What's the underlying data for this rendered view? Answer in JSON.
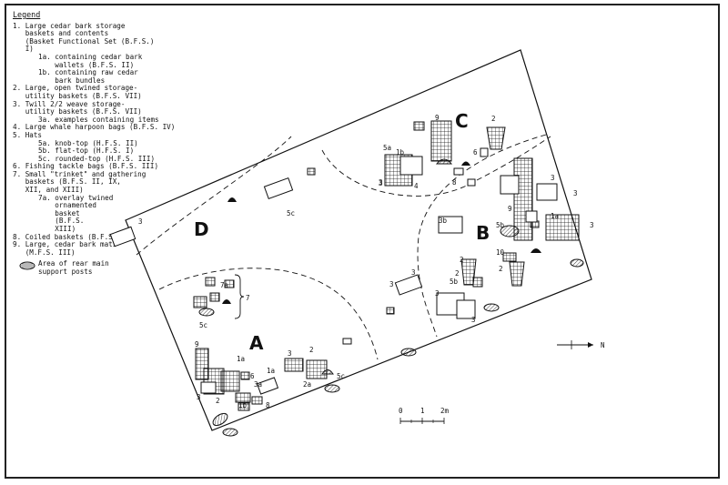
{
  "legend": {
    "title": "Legend",
    "items": [
      {
        "text": "1. Large cedar bark storage\n   baskets and contents\n   (Basket Functional Set (B.F.S.)\n   I)",
        "level": 0
      },
      {
        "text": "1a. containing cedar bark\n    wallets (B.F.S. II)",
        "level": 1
      },
      {
        "text": "1b. containing raw cedar\n    bark bundles",
        "level": 1
      },
      {
        "text": "2. Large, open twined storage-\n   utility baskets (B.F.S. VII)",
        "level": 0
      },
      {
        "text": "3. Twill 2/2 weave storage-\n   utility baskets (B.F.S. VII)",
        "level": 0
      },
      {
        "text": "3a. examples containing items",
        "level": 1
      },
      {
        "text": "4. Large whale harpoon bags (B.F.S. IV)",
        "level": 0
      },
      {
        "text": "5. Hats",
        "level": 0
      },
      {
        "text": "5a. knob-top (H.F.S. II)",
        "level": 1
      },
      {
        "text": "5b. flat-top (H.F.S. I)",
        "level": 1
      },
      {
        "text": "5c. rounded-top (H.F.S. III)",
        "level": 1
      },
      {
        "text": "6. Fishing tackle bags (B.F.S. III)",
        "level": 0
      },
      {
        "text": "7. Small \"trinket\" and gathering\n   baskets (B.F.S. II, IX,\n   XII, and XIII)",
        "level": 0
      },
      {
        "text": "7a. overlay twined\n    ornamented\n    basket\n    (B.F.S.\n    XIII)",
        "level": 1
      },
      {
        "text": "8. Coiled baskets (B.F.S. XI)",
        "level": 0
      },
      {
        "text": "9. Large, cedar bark mats\n   (M.F.S. III)",
        "level": 0
      }
    ],
    "post_label": "Area of rear main\nsupport posts"
  },
  "areas": [
    "A",
    "B",
    "C",
    "D"
  ],
  "labels": [
    {
      "t": "3"
    },
    {
      "t": "5c"
    },
    {
      "t": "7a"
    },
    {
      "t": "7"
    },
    {
      "t": "5c"
    },
    {
      "t": "9"
    },
    {
      "t": "1a"
    },
    {
      "t": "6"
    },
    {
      "t": "3"
    },
    {
      "t": "2"
    },
    {
      "t": "1b"
    },
    {
      "t": "8"
    },
    {
      "t": "3a"
    },
    {
      "t": "1a"
    },
    {
      "t": "3"
    },
    {
      "t": "2"
    },
    {
      "t": "2a"
    },
    {
      "t": "5c"
    },
    {
      "t": "3"
    },
    {
      "t": "3"
    },
    {
      "t": "9"
    },
    {
      "t": "5a"
    },
    {
      "t": "1b"
    },
    {
      "t": "3"
    },
    {
      "t": "4"
    },
    {
      "t": "2"
    },
    {
      "t": "6"
    },
    {
      "t": "8"
    },
    {
      "t": "3"
    },
    {
      "t": "9"
    },
    {
      "t": "3b"
    },
    {
      "t": "5b"
    },
    {
      "t": "1a"
    },
    {
      "t": "3"
    },
    {
      "t": "10"
    },
    {
      "t": "2"
    },
    {
      "t": "2"
    },
    {
      "t": "2"
    },
    {
      "t": "5b"
    },
    {
      "t": "3"
    },
    {
      "t": "3"
    },
    {
      "t": "3"
    },
    {
      "t": "3"
    }
  ],
  "scale": {
    "ticks": [
      "0",
      "1",
      "2m"
    ]
  },
  "north_label": "N"
}
